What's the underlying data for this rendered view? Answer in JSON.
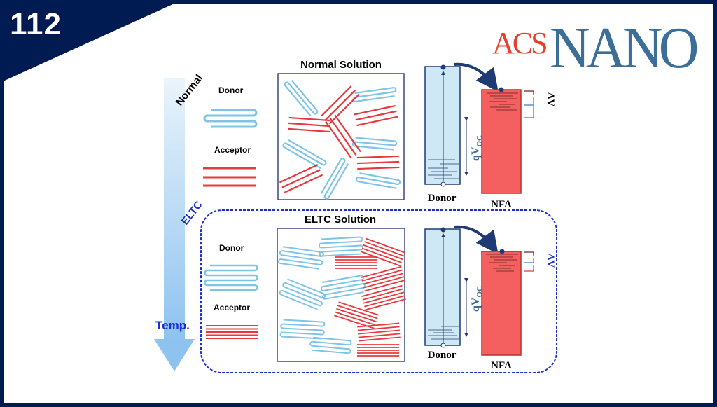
{
  "issue": {
    "number": "112"
  },
  "journal_logo": {
    "part1": "ACS",
    "part2": "NANO",
    "color_acs": "#e8402e",
    "color_nano": "#3c6e97"
  },
  "colors": {
    "frame": "#001a52",
    "donor": "#7ec4e6",
    "acceptor": "#e8383d",
    "nfa_fill": "#f46060",
    "donor_fill": "#cfe8f6",
    "eltc_blue": "#1a2fd6",
    "arrow_blue": "#1f3b73"
  },
  "temperature_arrow": {
    "label_top": "Normal",
    "label_mid": "ELTC",
    "label_bottom": "Temp."
  },
  "normal_panel": {
    "legend_donor": "Donor",
    "legend_acceptor": "Acceptor",
    "solution_title": "Normal Solution",
    "energy_donor_label": "Donor",
    "energy_nfa_label": "NFA",
    "voc_label": "qV",
    "voc_sub": "OC",
    "delta_v_label": "ΔV"
  },
  "eltc_panel": {
    "legend_donor": "Donor",
    "legend_acceptor": "Acceptor",
    "solution_title": "ELTC Solution",
    "energy_donor_label": "Donor",
    "energy_nfa_label": "NFA",
    "voc_label": "qV",
    "voc_sub": "OC",
    "delta_v_label": "ΔV"
  }
}
